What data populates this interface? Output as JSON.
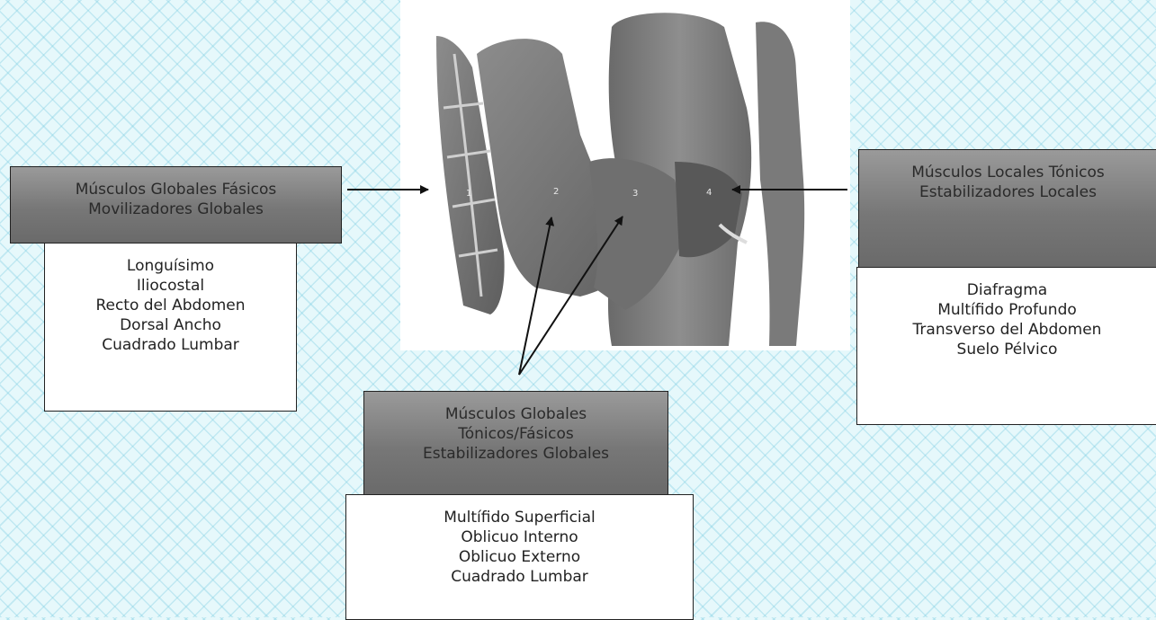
{
  "anatomy": {
    "markers": [
      "1",
      "2",
      "3",
      "4"
    ]
  },
  "groups": {
    "phasic": {
      "header": [
        "Músculos Globales Fásicos",
        "Movilizadores Globales"
      ],
      "muscles": [
        "Longuísimo",
        "Iliocostal",
        "Recto del Abdomen",
        "Dorsal Ancho",
        "Cuadrado Lumbar"
      ]
    },
    "global_tonic": {
      "header": [
        "Músculos Globales",
        "Tónicos/Fásicos",
        "Estabilizadores Globales"
      ],
      "muscles": [
        "Multífido Superficial",
        "Oblicuo Interno",
        "Oblicuo Externo",
        "Cuadrado Lumbar"
      ]
    },
    "local": {
      "header": [
        "Músculos Locales Tónicos",
        "Estabilizadores Locales"
      ],
      "muscles": [
        "Diafragma",
        "Multífido Profundo",
        "Transverso del Abdomen",
        "Suelo Pélvico"
      ]
    }
  }
}
